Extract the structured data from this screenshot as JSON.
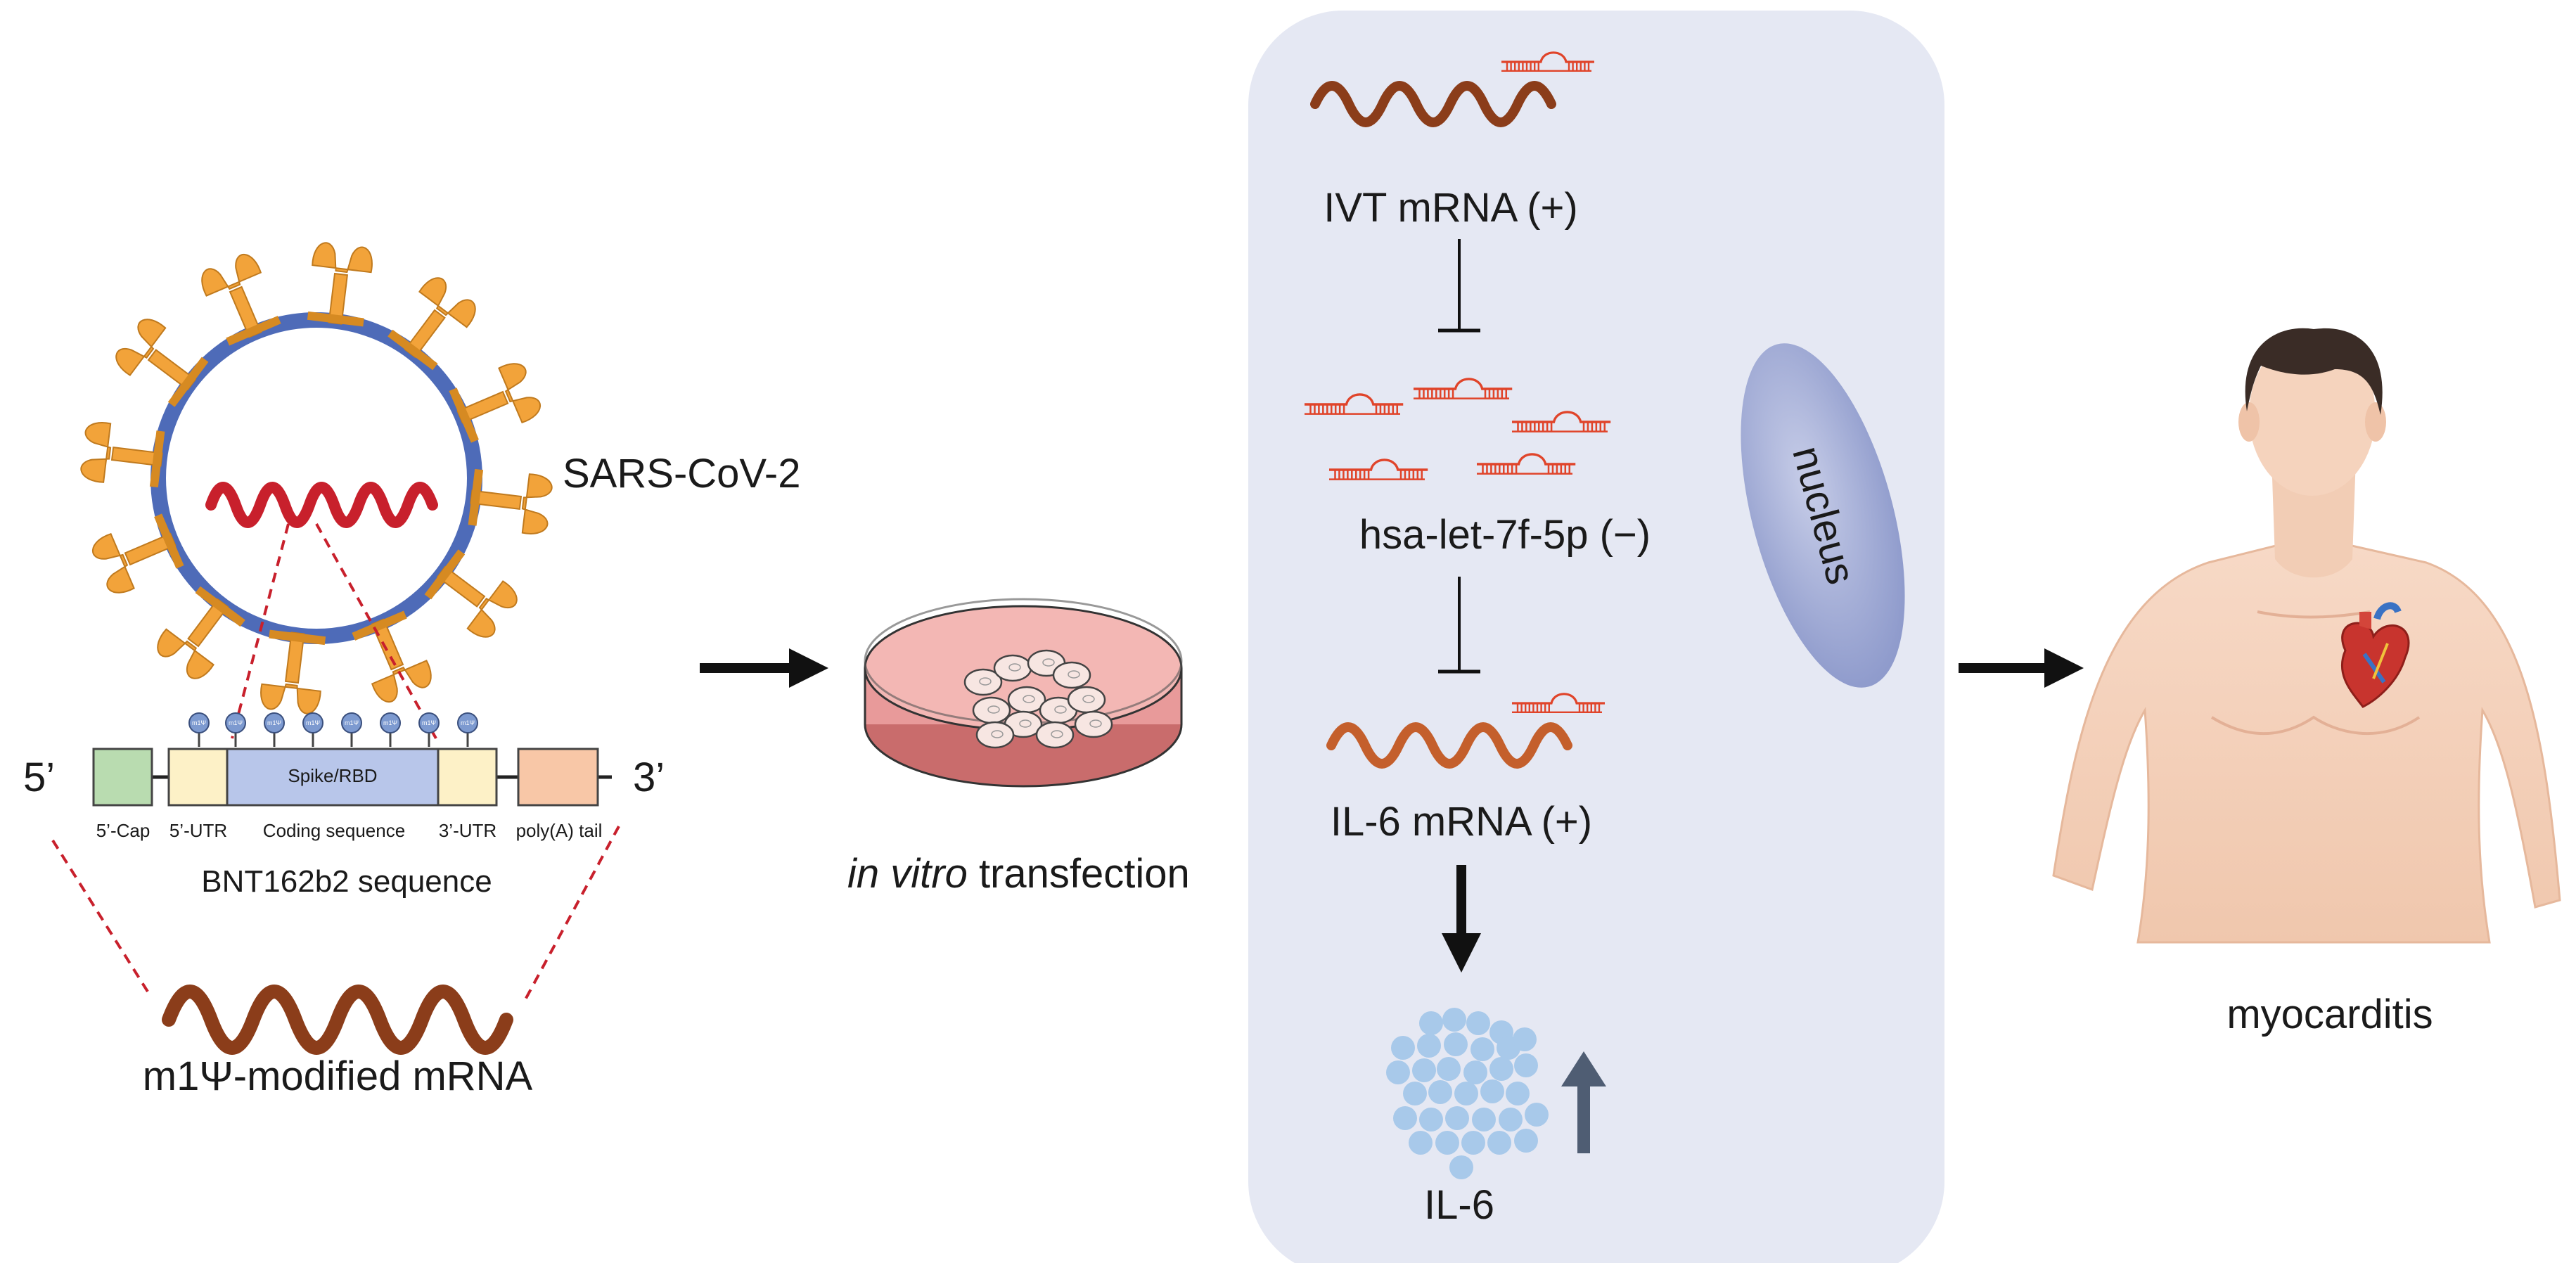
{
  "labels": {
    "sars": "SARS-CoV-2",
    "five_prime": "5’",
    "three_prime": "3’",
    "cap": "5’-Cap",
    "utr5": "5’-UTR",
    "spike": "Spike/RBD",
    "coding": "Coding sequence",
    "utr3": "3’-UTR",
    "polya": "poly(A) tail",
    "bnt": "BNT162b2 sequence",
    "m1psi_mrna": "m1Ψ-modified mRNA",
    "in_vitro": "in vitro",
    "transfection": " transfection",
    "ivt": "IVT mRNA (+)",
    "mirna": "hsa-let-7f-5p (−)",
    "il6_mrna": "IL-6 mRNA (+)",
    "il6": "IL-6",
    "nucleus": "nucleus",
    "myocarditis": "myocarditis",
    "pin": "m1Ψ"
  },
  "colors": {
    "virus_ring": "#4e6bb8",
    "spike_protein": "#f2a33a",
    "viral_rna": "#c8202c",
    "mrna_brown": "#8b3d1a",
    "il6_mrna": "#c45f2c",
    "mirna": "#e0442a",
    "cell_panel": "#e5e8f3",
    "nucleus": "#a9b3d9",
    "il6_dots": "#a8c9ea",
    "up_arrow": "#4f5d73",
    "skin": "#f5d3bd",
    "hair": "#3a2c26",
    "cap_box": "#b9dcb0",
    "utr_box": "#fdf1c7",
    "spike_box": "#b8c6ea",
    "polya_box": "#f8c7a7",
    "petri_media": "#e89a9a"
  }
}
